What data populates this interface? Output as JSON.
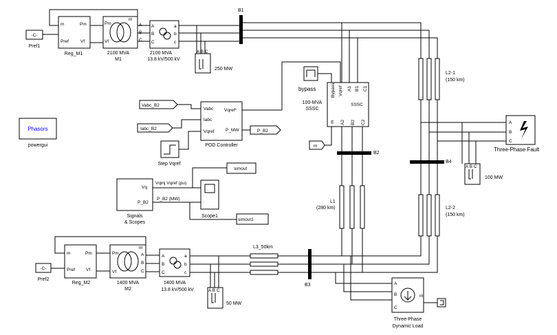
{
  "powergui": {
    "label": "Phasors",
    "caption": "powergui"
  },
  "pref1": {
    "symbol": "-C-",
    "caption": "Pref1"
  },
  "pref2": {
    "symbol": "-C-",
    "caption": "Pref2"
  },
  "reg_m1": {
    "caption": "Reg_M1",
    "port_m": "m",
    "port_pref": "Pref",
    "port_pm": "Pm",
    "port_vf": "Vf"
  },
  "reg_m2": {
    "caption": "Reg_M2",
    "port_m": "m",
    "port_pref": "Pref",
    "port_pm": "Pm",
    "port_vf": "Vf"
  },
  "m1": {
    "caption1": "2100 MVA",
    "caption2": "M1",
    "port_pm": "Pm",
    "port_vf": "Vf",
    "port_m": "m",
    "port_a": "A",
    "port_b": "B",
    "port_c": "C"
  },
  "m2": {
    "caption1": "1400 MVA",
    "caption2": "M2",
    "port_pm": "Pm",
    "port_vf": "Vf",
    "port_m": "m",
    "port_a": "A",
    "port_b": "B",
    "port_c": "C"
  },
  "t1": {
    "caption1": "2100 MVA",
    "caption2": "13.8 kV/500 kV",
    "port_a": "A",
    "port_b": "B",
    "port_c": "C",
    "port_a2": "a",
    "port_b2": "b",
    "port_c2": "c"
  },
  "t2": {
    "caption1": "1400 MVA",
    "caption2": "13.8 kV/500 kV",
    "port_a": "A",
    "port_b": "B",
    "port_c": "C",
    "port_a2": "a",
    "port_b2": "b",
    "port_c2": "c"
  },
  "load1": {
    "caption": "250 MW",
    "ports": "A B C"
  },
  "load2": {
    "caption": "50 MW",
    "ports": "A B C"
  },
  "load3": {
    "caption": "100 MW",
    "ports": "A B C"
  },
  "buses": {
    "b1": "B1",
    "b2": "B2",
    "b3": "B3",
    "b4": "B4"
  },
  "bypass": {
    "caption": "bypass"
  },
  "sssc": {
    "title": "SSSC",
    "caption1": "100-MVA",
    "caption2": "SSSC",
    "port_bypass": "Bypass",
    "port_vqref": "Vqref",
    "port_a1": "A1",
    "port_b1": "B1",
    "port_c1": "C1",
    "port_m": "m",
    "port_a2": "A2",
    "port_b2": "B2",
    "port_c2": "C2"
  },
  "m_tag": {
    "label": "m"
  },
  "vabc_b2": {
    "label": "Vabc_B2"
  },
  "iabc_b2": {
    "label": "Iabc_B2"
  },
  "step": {
    "caption": "Step Vqref"
  },
  "pod": {
    "caption": "POD Controller",
    "port_vabc": "Vabc",
    "port_iabc": "Iabc",
    "port_vqref": "Vqref",
    "port_vqref_out": "Vqref*",
    "port_pmw": "P_MW"
  },
  "p_b2_tag": {
    "label": "P_B2"
  },
  "signals": {
    "caption1": "Signals",
    "caption2": "& Scopes",
    "port_vq": "Vq",
    "port_pb2": "P_B2"
  },
  "sig_wire_labels": {
    "vq": "Vqinj Vqref (pu)",
    "pb2": "P_B2 (MW)"
  },
  "scope1": {
    "caption": "Scope1"
  },
  "simout": {
    "label": "simout"
  },
  "simout1": {
    "label": "simout1"
  },
  "l1": {
    "name": "L1",
    "length": "(280 km)"
  },
  "l21": {
    "name": "L2-1",
    "length": "(150 km)"
  },
  "l22": {
    "name": "L2-2",
    "length": "(150 km)"
  },
  "l3": {
    "name": "L3_50km"
  },
  "fault": {
    "caption": "Three-Phase Fault",
    "port_a": "A",
    "port_b": "B",
    "port_c": "C"
  },
  "dynload": {
    "caption1": "Three-Phase",
    "caption2": "Dynamic Load",
    "port_a": "A",
    "port_b": "B",
    "port_c": "C",
    "port_m": "m"
  }
}
